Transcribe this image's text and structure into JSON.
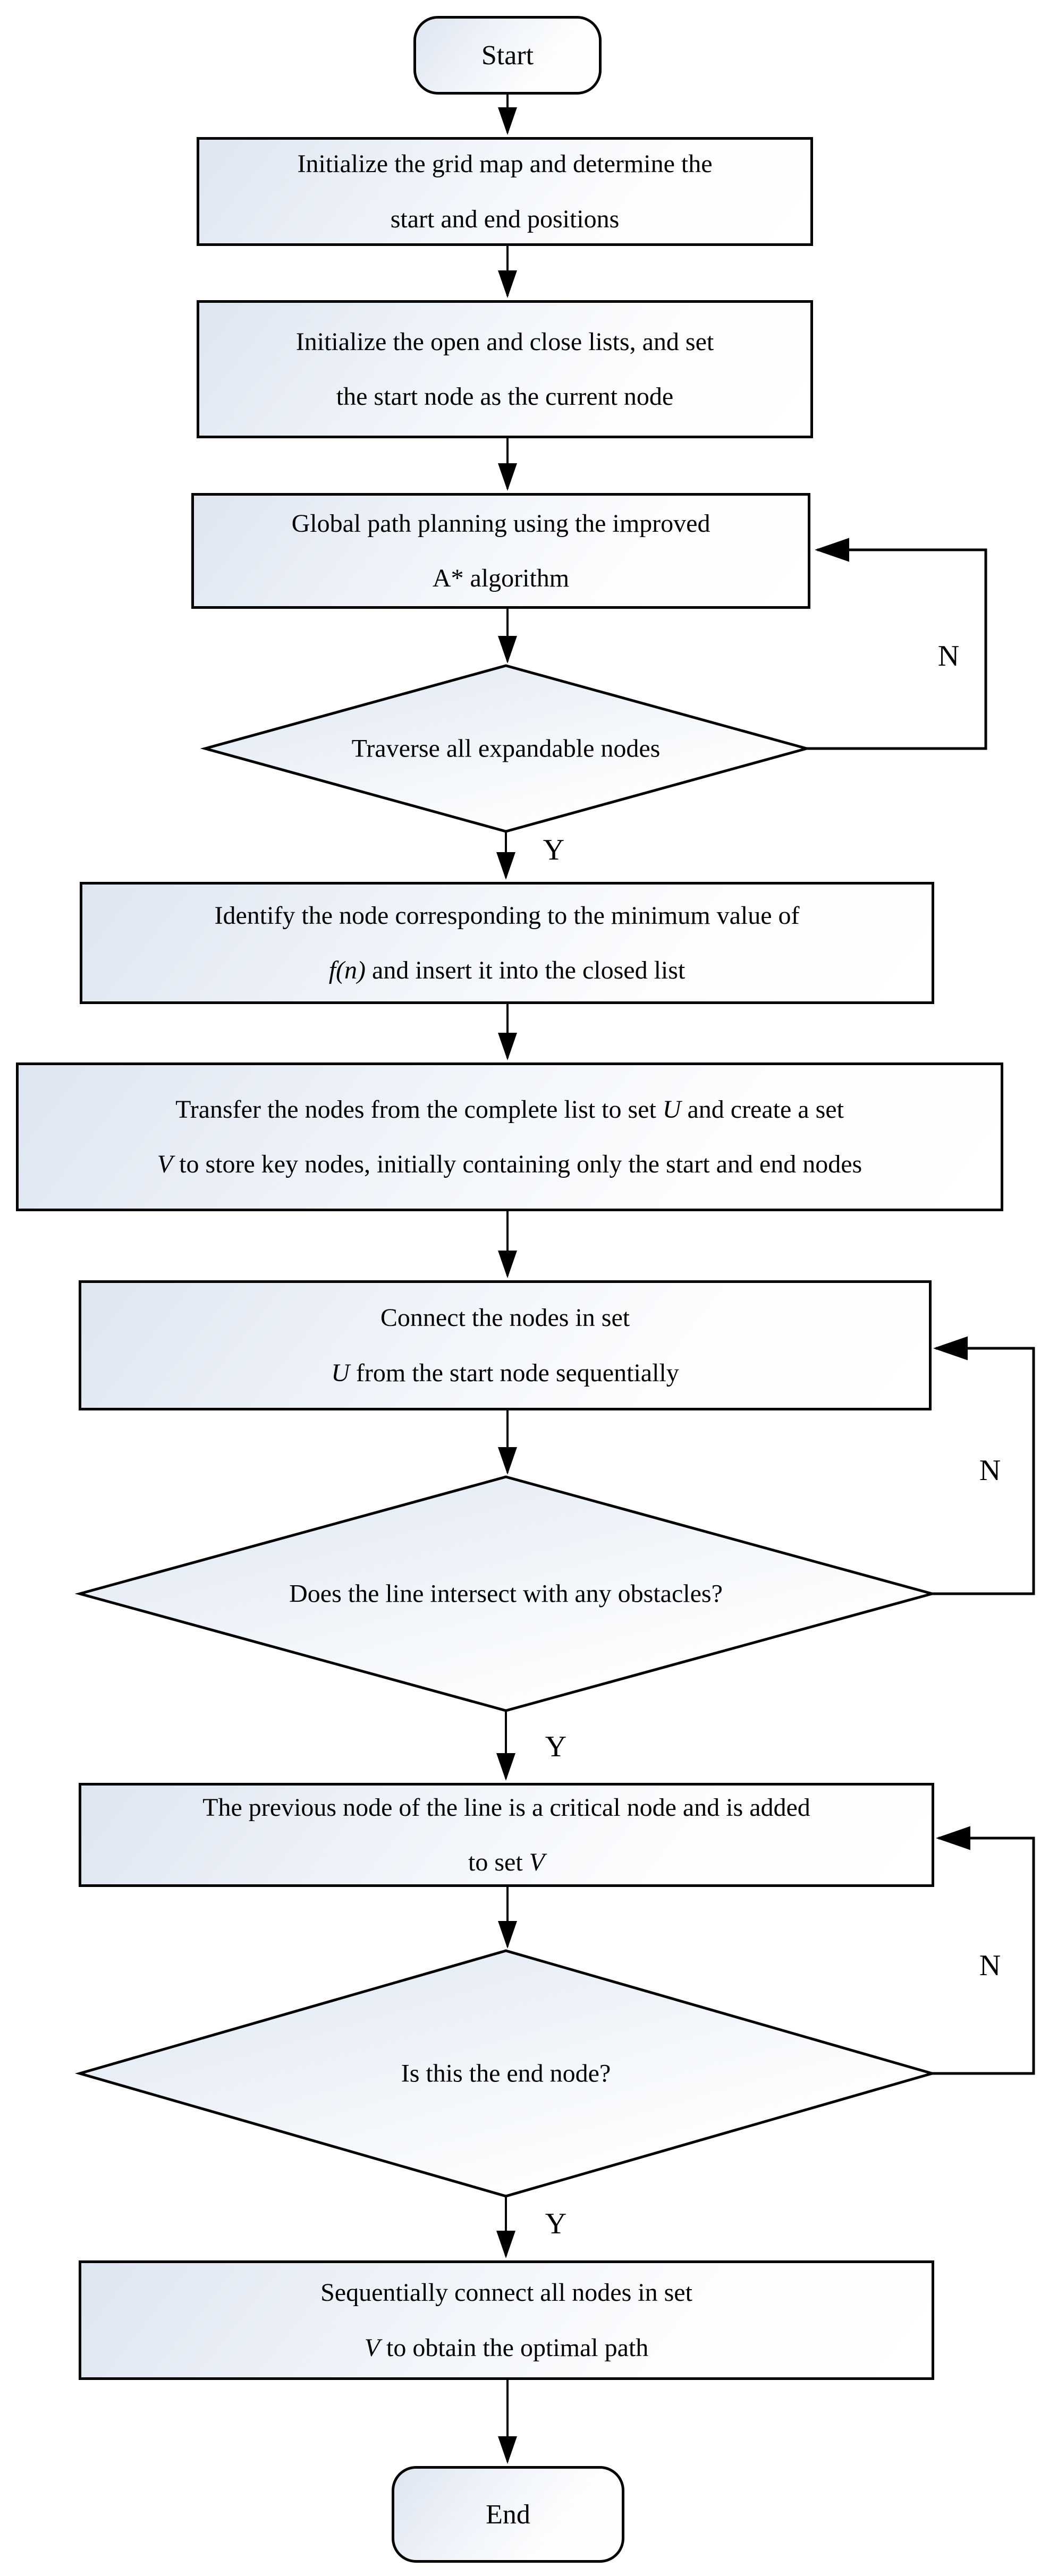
{
  "colors": {
    "line": "#000000",
    "fill_gradient_start": "#dde5f1",
    "fill_gradient_end": "#ffffff"
  },
  "branch_labels": {
    "yes": "Y",
    "no": "N"
  },
  "nodes": {
    "start": {
      "label": "Start"
    },
    "end": {
      "label": "End"
    },
    "init_grid": {
      "lines": [
        [
          {
            "t": "Initialize the grid map and determine the"
          }
        ],
        [
          {
            "t": "start and end positions"
          }
        ]
      ]
    },
    "init_lists": {
      "lines": [
        [
          {
            "t": "Initialize the open and close lists, and set"
          }
        ],
        [
          {
            "t": "the start node as the current node"
          }
        ]
      ]
    },
    "global_planning": {
      "lines": [
        [
          {
            "t": "Global path planning using the improved"
          }
        ],
        [
          {
            "t": "A* algorithm"
          }
        ]
      ]
    },
    "traverse_decision": {
      "label": "Traverse all expandable nodes"
    },
    "identify_min": {
      "lines": [
        [
          {
            "t": "Identify the node corresponding to the minimum value of"
          }
        ],
        [
          {
            "t": "f(n)",
            "i": true
          },
          {
            "t": " and insert it into the closed list"
          }
        ]
      ]
    },
    "transfer_nodes": {
      "lines": [
        [
          {
            "t": "Transfer the nodes from the complete list to set "
          },
          {
            "t": "U",
            "i": true
          },
          {
            "t": " and create a set"
          }
        ],
        [
          {
            "t": "V",
            "i": true
          },
          {
            "t": " to store key nodes, initially containing only the start and end nodes"
          }
        ]
      ]
    },
    "connect_nodes": {
      "lines": [
        [
          {
            "t": "Connect the nodes in set"
          }
        ],
        [
          {
            "t": "U",
            "i": true
          },
          {
            "t": " from the start node sequentially"
          }
        ]
      ]
    },
    "intersect_decision": {
      "label": "Does the line intersect with any obstacles?"
    },
    "critical_node": {
      "lines": [
        [
          {
            "t": "The previous node of the line is a critical node and is added"
          }
        ],
        [
          {
            "t": "to set "
          },
          {
            "t": "V",
            "i": true
          }
        ]
      ]
    },
    "end_node_decision": {
      "label": "Is this the end node?"
    },
    "connect_all": {
      "lines": [
        [
          {
            "t": "Sequentially connect all nodes in set"
          }
        ],
        [
          {
            "t": "V",
            "i": true
          },
          {
            "t": " to obtain the optimal path"
          }
        ]
      ]
    }
  }
}
